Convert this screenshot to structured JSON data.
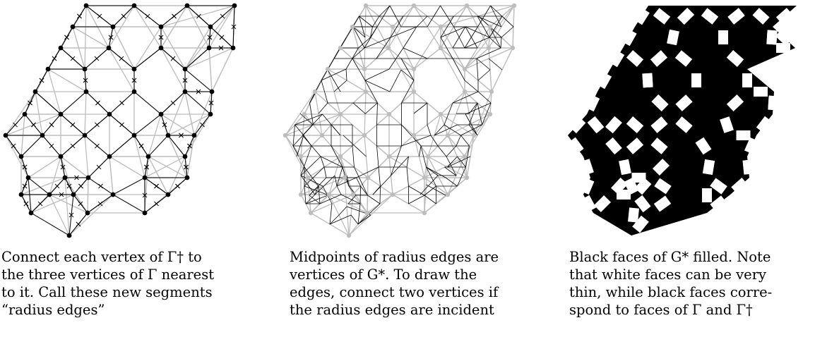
{
  "panels": [
    {
      "caption_lines": [
        "Connect each vertex of Γ† to",
        "the three vertices of Γ nearest",
        "to it. Call these new segments",
        "“radius edges”"
      ]
    },
    {
      "caption_lines": [
        "Midpoints of radius edges are",
        "vertices of G*.  To draw the",
        "edges, connect two vertices if",
        "the radius edges are incident"
      ]
    },
    {
      "caption_lines": [
        "Black faces of G* filled. Note",
        "that white faces can be very",
        "thin, while black faces corre-",
        "spond to faces of Γ and Γ†"
      ]
    }
  ],
  "colors": {
    "gray_grid": "#bdbdbd",
    "ink": "#000000",
    "paper": "#ffffff"
  }
}
